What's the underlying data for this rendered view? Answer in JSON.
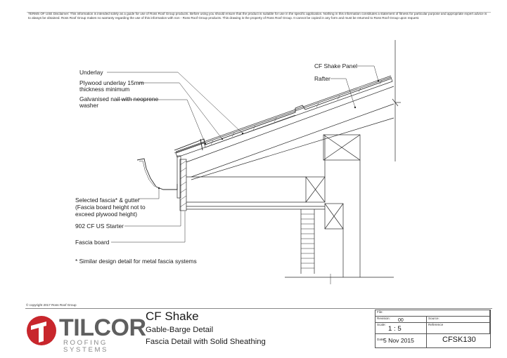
{
  "disclaimer": "TERMS OF USE Disclaimer: This information is intended solely as a guide for use of Ross Roof Group products. Before using you should ensure that the product is suitable for use in the specific application. Nothing in this information constitutes a statement of fitness for particular purpose and appropriate expert advice is to always be obtained. Ross Roof Group makes no warranty regarding the use of this information with non - Ross Roof Group products. This drawing is the property of Ross Roof Group. It cannot be copied in any form and must be returned to Ross Roof Group upon request.",
  "labels": {
    "underlay": "Underlay",
    "plywood": [
      "Plywood underlay 15mm",
      "thickness minimum"
    ],
    "nail": [
      "Galvanised nail with neoprene",
      "washer"
    ],
    "cf_shake_panel": "CF Shake Panel",
    "rafter": "Rafter",
    "fascia_gutter": [
      "Selected fascia* & gutter",
      "(Fascia board height not to",
      "exceed plywood height)"
    ],
    "starter": "902 CF US Starter",
    "fascia_board": "Fascia board",
    "note": "* Similar design detail for metal fascia systems"
  },
  "copyright": "© copyright 2017 Ross Roof Group",
  "brand": {
    "name": "TILCOR",
    "tagline": "ROOFING SYSTEMS",
    "accent_color": "#c8262c"
  },
  "title": {
    "main": "CF Shake",
    "line1": "Gable-Barge Detail",
    "line2": "Fascia Detail with Solid Sheathing"
  },
  "title_block": {
    "file_label": "File:",
    "revision_label": "Revision:",
    "revision_value": "00",
    "source_label": "Source:",
    "scale_label": "Scale:",
    "scale_value": "1 : 5",
    "reference_label": "Reference",
    "date_label": "Date:",
    "date_value": "5 Nov 2015",
    "reference_value": "CFSK130"
  }
}
